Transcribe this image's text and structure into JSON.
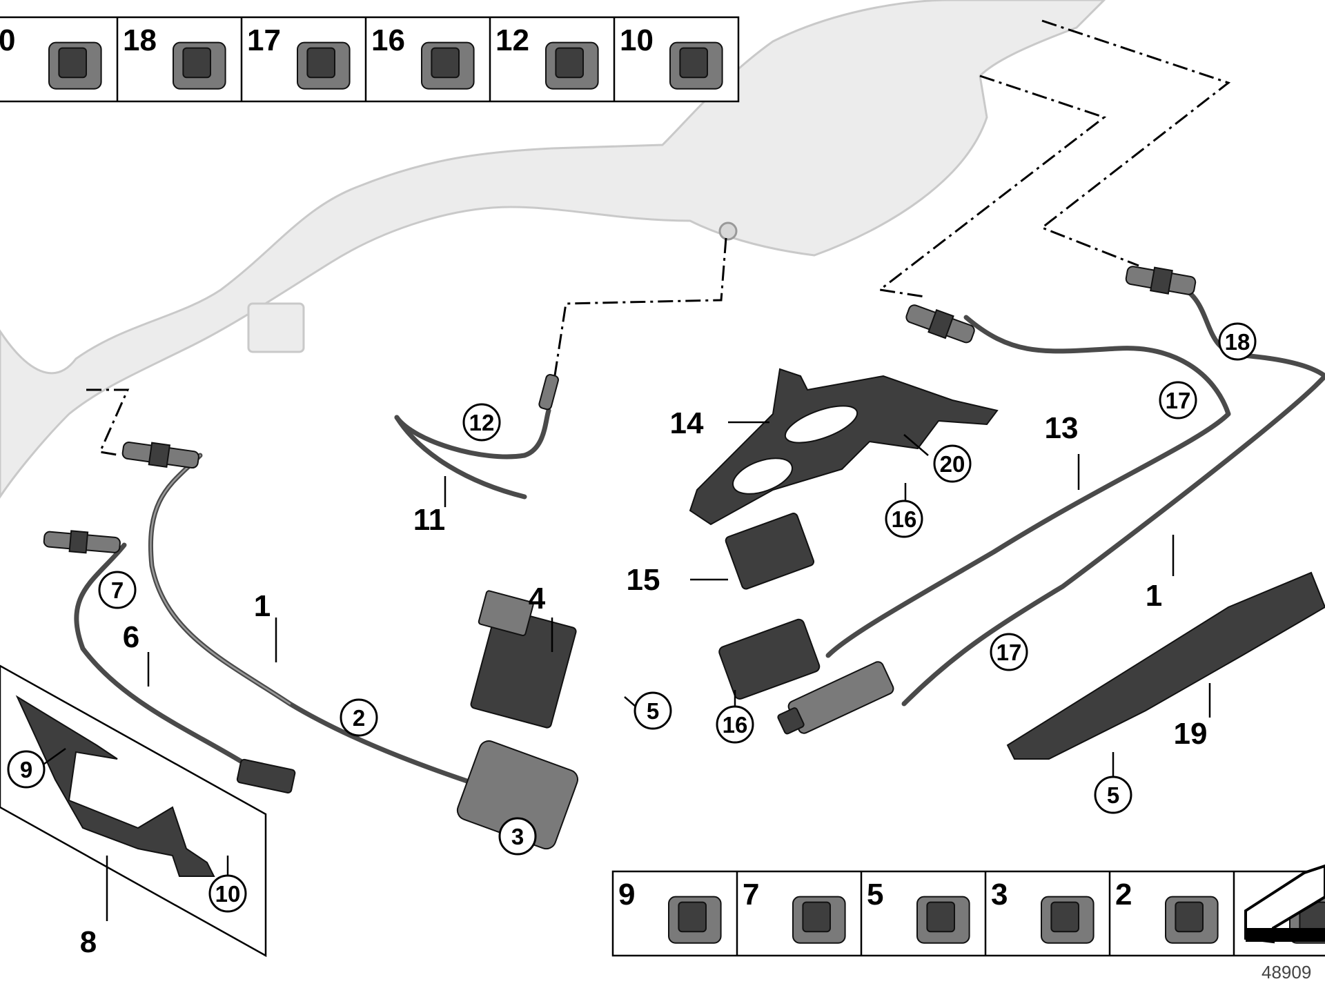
{
  "top_parts_strip": [
    "0",
    "18",
    "17",
    "16",
    "12",
    "10"
  ],
  "bottom_parts_strip": [
    "9",
    "7",
    "5",
    "3",
    "2"
  ],
  "main_labels": {
    "l14": "14",
    "l11": "11",
    "l13": "13",
    "l1a": "1",
    "l1b": "1",
    "l6": "6",
    "l4": "4",
    "l15": "15",
    "l19": "19",
    "l8": "8"
  },
  "circled_labels": {
    "c12": "12",
    "c20": "20",
    "c16a": "16",
    "c16b": "16",
    "c17a": "17",
    "c17b": "17",
    "c18": "18",
    "c7": "7",
    "c2": "2",
    "c5a": "5",
    "c5b": "5",
    "c3": "3",
    "c9": "9",
    "c10": "10"
  },
  "reference_number": "48909"
}
